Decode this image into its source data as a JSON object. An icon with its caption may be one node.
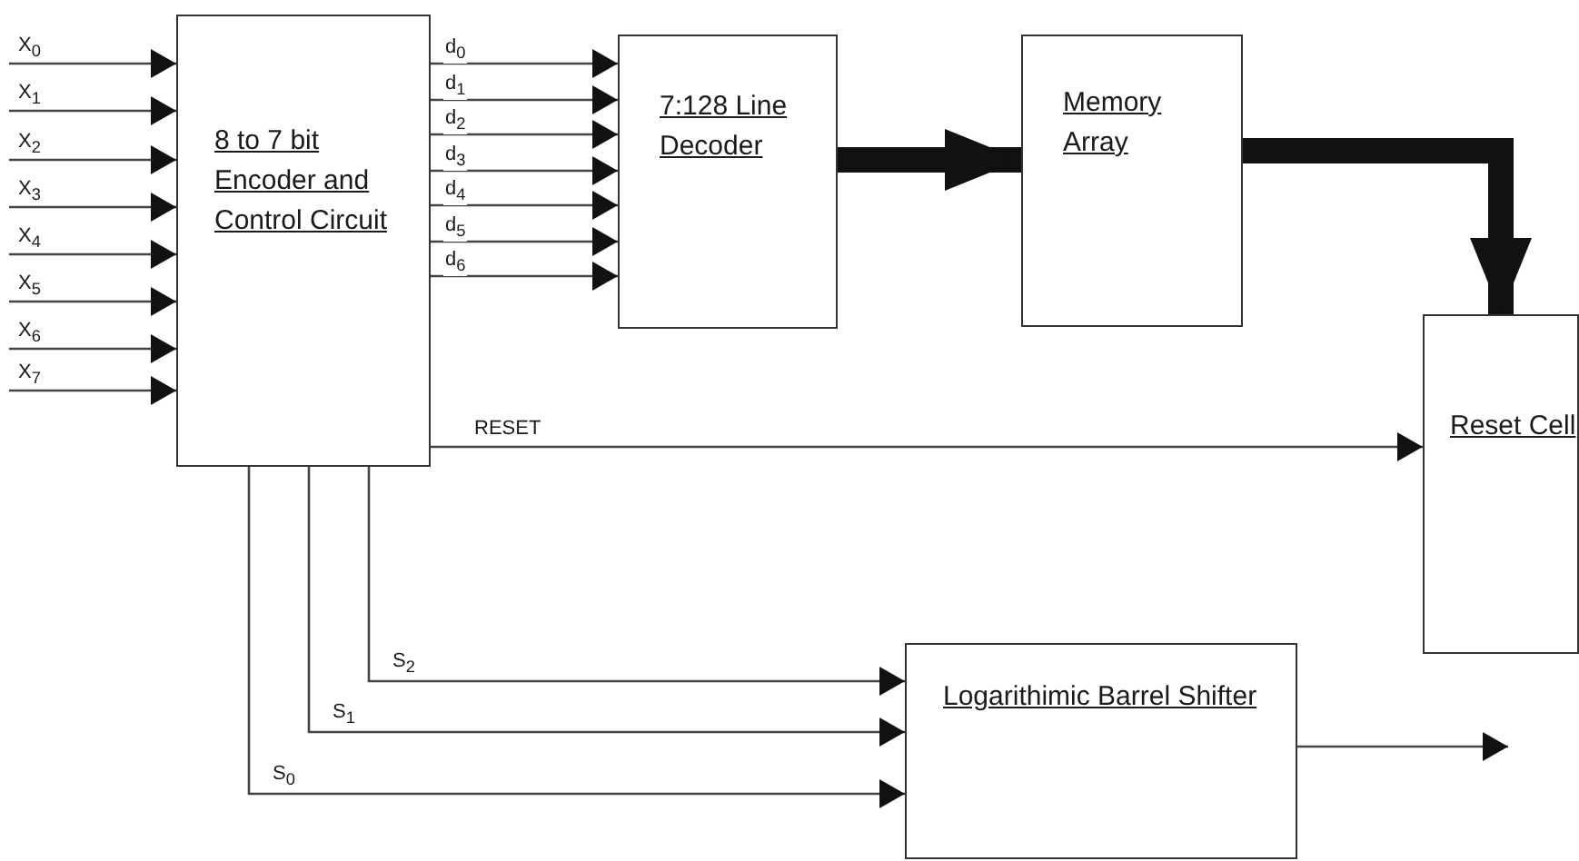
{
  "diagram": {
    "nodes": [
      {
        "text": [
          "8 to 7 bit Encoder and Control Circuit"
        ]
      },
      {
        "text": [
          "7:128 Line Decoder"
        ]
      },
      {
        "text": [
          "Memory Array"
        ]
      },
      {
        "text": [
          "Reset Cell"
        ]
      },
      {
        "text": [
          "Logarithimic Barrel Shifter"
        ]
      }
    ],
    "edges": [
      {
        "from": null,
        "to": 0,
        "arrow": "to",
        "label": "X$_{0}$"
      },
      {
        "from": null,
        "to": 0,
        "arrow": "to",
        "label": "X$_{1}$"
      },
      {
        "from": null,
        "to": 0,
        "arrow": "to",
        "label": "X$_{2}$"
      },
      {
        "from": null,
        "to": 0,
        "arrow": "to",
        "label": "X$_{3}$"
      },
      {
        "from": null,
        "to": 0,
        "arrow": "to",
        "label": "X$_{4}$"
      },
      {
        "from": null,
        "to": 0,
        "arrow": "to",
        "label": "X$_{5}$"
      },
      {
        "from": null,
        "to": 0,
        "arrow": "to",
        "label": "X$_{6}$"
      },
      {
        "from": null,
        "to": 0,
        "arrow": "to",
        "label": "X$_{7}$"
      },
      {
        "from": 0,
        "to": 1,
        "arrow": "to",
        "label": "d$_{0}$"
      },
      {
        "from": 0,
        "to": 1,
        "arrow": "to",
        "label": "d$_{1}$"
      },
      {
        "from": 0,
        "to": 1,
        "arrow": "to",
        "label": "d$_{2}$"
      },
      {
        "from": 0,
        "to": 1,
        "arrow": "to",
        "label": "d$_{3}$"
      },
      {
        "from": 0,
        "to": 1,
        "arrow": "to",
        "label": "d$_{4}$"
      },
      {
        "from": 0,
        "to": 1,
        "arrow": "to",
        "label": "d$_{5}$"
      },
      {
        "from": 0,
        "to": 1,
        "arrow": "to",
        "label": "d$_{6}$"
      },
      {
        "from": 1,
        "to": 2,
        "arrow": "to",
        "style": "thick"
      },
      {
        "from": 2,
        "to": 3,
        "arrow": "to",
        "style": "thick"
      },
      {
        "from": 0,
        "to": 3,
        "arrow": "to",
        "label": "RESET"
      },
      {
        "from": 0,
        "to": 4,
        "arrow": "to",
        "label": "S$_{2}$"
      },
      {
        "from": 0,
        "to": 4,
        "arrow": "to",
        "label": "S$_{1}$"
      },
      {
        "from": 0,
        "to": 4,
        "arrow": "to",
        "label": "S$_{0}$"
      },
      {
        "from": 4,
        "to": null,
        "arrow": "to"
      }
    ]
  }
}
